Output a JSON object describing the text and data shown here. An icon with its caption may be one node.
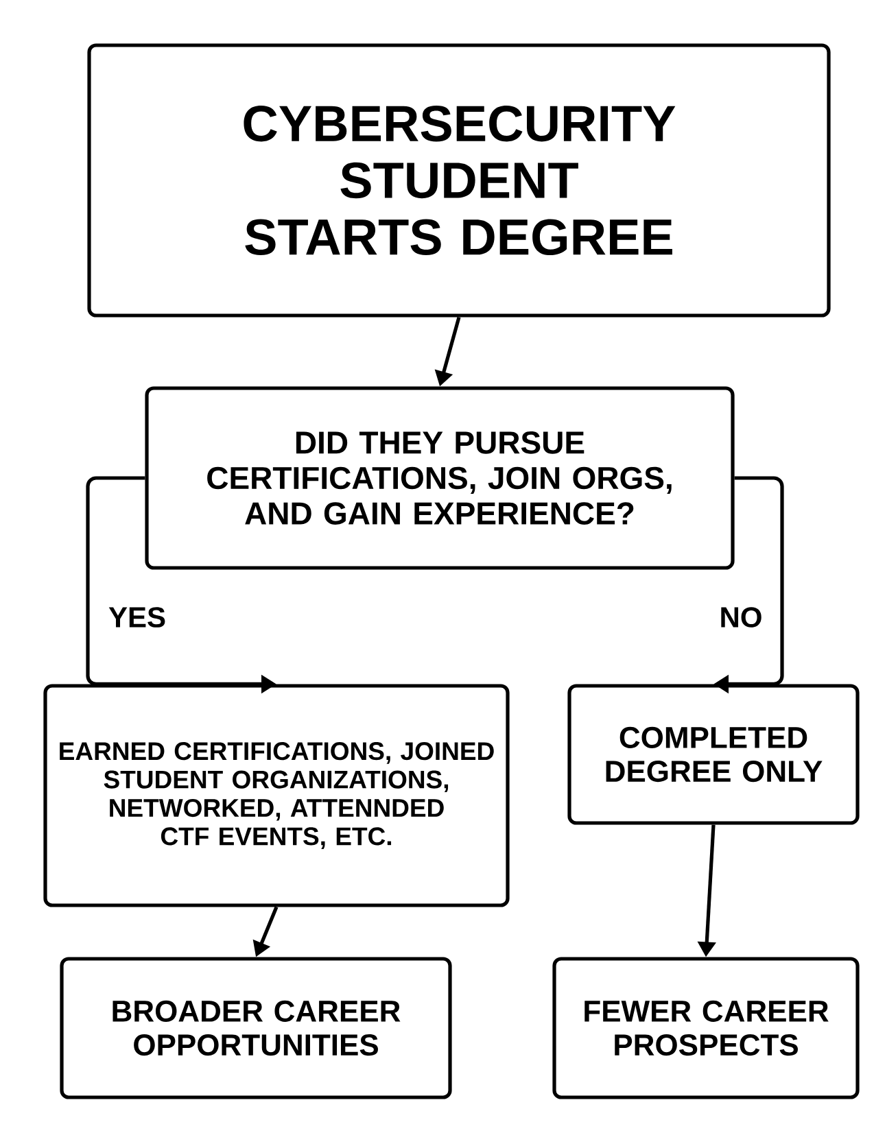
{
  "diagram": {
    "nodes": [
      {
        "text": [
          "CYBERSECURITY STUDENT STARTS DEGREE"
        ]
      },
      {
        "text": [
          "DID THEY PURSUE CERTIFICATIONS, JOIN ORGS, AND GAIN EXPERIENCE?"
        ]
      },
      {
        "text": [
          "EARNED CERTIFICATIONS, JOINED STUDENT ORGANIZATIONS, NETWORKED, ATTENNDED CTF EVENTS, ETC."
        ]
      },
      {
        "text": [
          "COMPLETED DEGREE ONLY"
        ]
      },
      {
        "text": [
          "BROADER CAREER OPPORTUNITIES"
        ]
      },
      {
        "text": [
          "FEWER CAREER PROSPECTS"
        ]
      }
    ],
    "edges": [
      {
        "from": 0,
        "to": 1,
        "arrow": "to"
      },
      {
        "from": 1,
        "to": 2,
        "arrow": "to",
        "label": "YES"
      },
      {
        "from": 1,
        "to": 3,
        "arrow": "to",
        "label": "NO"
      },
      {
        "from": 2,
        "to": 4,
        "arrow": "to"
      },
      {
        "from": 3,
        "to": 5,
        "arrow": "to"
      }
    ]
  }
}
